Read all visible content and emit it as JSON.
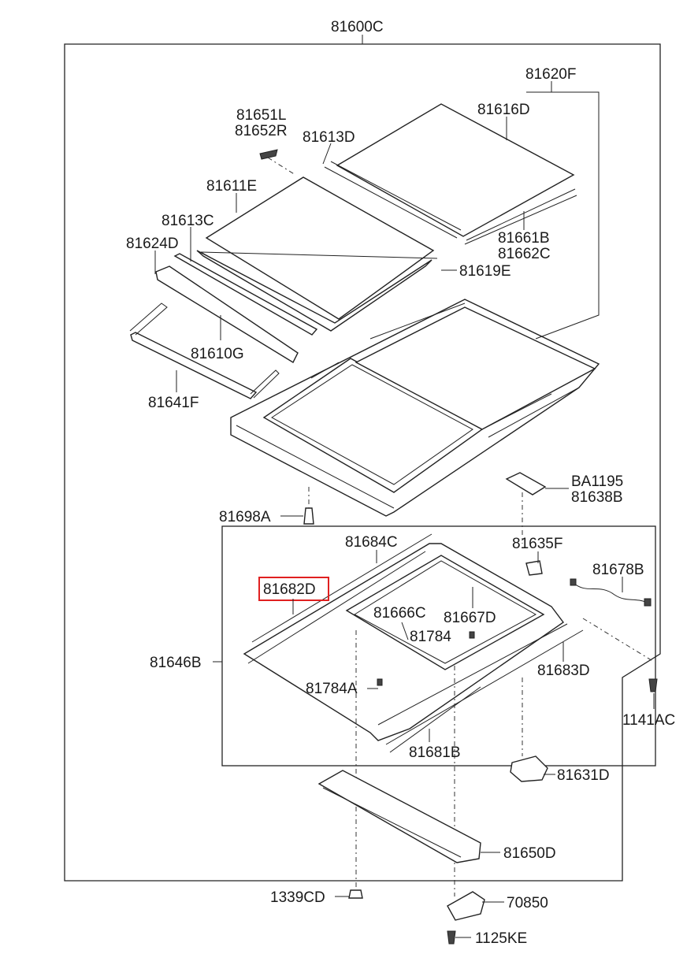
{
  "parts": {
    "assembly": "81600C",
    "glass_kit": "81620F",
    "glass_rear": "81616D",
    "weatherstrip_rear": "81613D",
    "moulding": "81661B",
    "moulding_rh": "81662C",
    "clip_l": "81651L",
    "clip_r": "81652R",
    "glass_front": "81611E",
    "weatherstrip_front": "81613C",
    "deflector": "81624D",
    "seal": "81619E",
    "retainer": "81610G",
    "wind_deflector": "81641F",
    "drain_hose": "81698A",
    "bracket_a": "BA1195",
    "bracket_b": "81638B",
    "cable": "81684C",
    "switch": "81635F",
    "harness": "81678B",
    "highlighted": "81682D",
    "frame_front": "81666C",
    "frame_rear": "81667D",
    "bolt": "81784",
    "bolt_a": "81784A",
    "frame_assy": "81646B",
    "rail_rh": "81683D",
    "rail_lh": "81681B",
    "screw": "1141AC",
    "motor": "81631D",
    "bracket_lower": "81650D",
    "nut": "1339CD",
    "cover": "70850",
    "screw_b": "1125KE"
  },
  "colors": {
    "highlight": "#e02020",
    "line": "#222222"
  }
}
